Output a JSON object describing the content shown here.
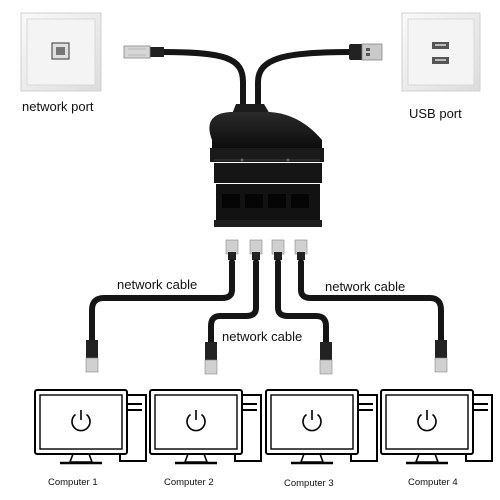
{
  "labels": {
    "network_port": "network port",
    "usb_port": "USB port",
    "cable_left": "network cable",
    "cable_middle": "network cable",
    "cable_right": "network cable"
  },
  "computers": [
    {
      "label": "Computer 1"
    },
    {
      "label": "Computer 2"
    },
    {
      "label": "Computer 3"
    },
    {
      "label": "Computer 4"
    }
  ],
  "icons": [
    "wall-socket-icon",
    "rj45-plug-icon",
    "usb-plug-icon",
    "splitter-hub-icon",
    "monitor-icon",
    "power-icon",
    "computer-tower-icon"
  ],
  "colors": {
    "cable": "#151515",
    "plug_metal": "#c9c9c9",
    "wall_plate": "#efefef",
    "monitor_outline": "#000000"
  }
}
